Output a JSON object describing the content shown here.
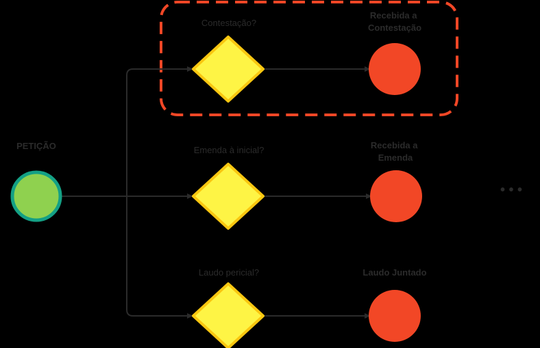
{
  "start": {
    "label": "PETIÇÃO",
    "fill": "#8fd14f",
    "stroke": "#14a085"
  },
  "branches": [
    {
      "question": "Contestação?",
      "result_lines": [
        "Recebida a",
        "Contestação"
      ],
      "highlighted": true
    },
    {
      "question": "Emenda à inicial?",
      "result_lines": [
        "Recebida a",
        "Emenda"
      ],
      "highlighted": false
    },
    {
      "question": "Laudo pericial?",
      "result_lines": [
        "Laudo Juntado"
      ],
      "highlighted": false
    }
  ],
  "continuation": "• • •",
  "colors": {
    "background": "#000000",
    "connector": "#2b2b2b",
    "decision_fill": "#fef445",
    "decision_stroke": "#fac710",
    "end_fill": "#f24726",
    "highlight_dash": "#f24726"
  }
}
